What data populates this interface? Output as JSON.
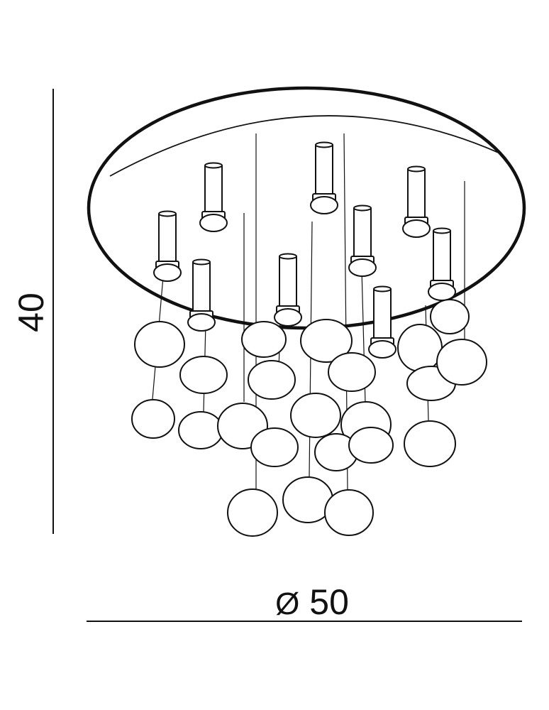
{
  "dimensions": {
    "height": {
      "label": "40"
    },
    "diameter": {
      "symbol": "Ø",
      "label": "50"
    }
  },
  "colors": {
    "line": "#111111",
    "background": "#ffffff"
  }
}
